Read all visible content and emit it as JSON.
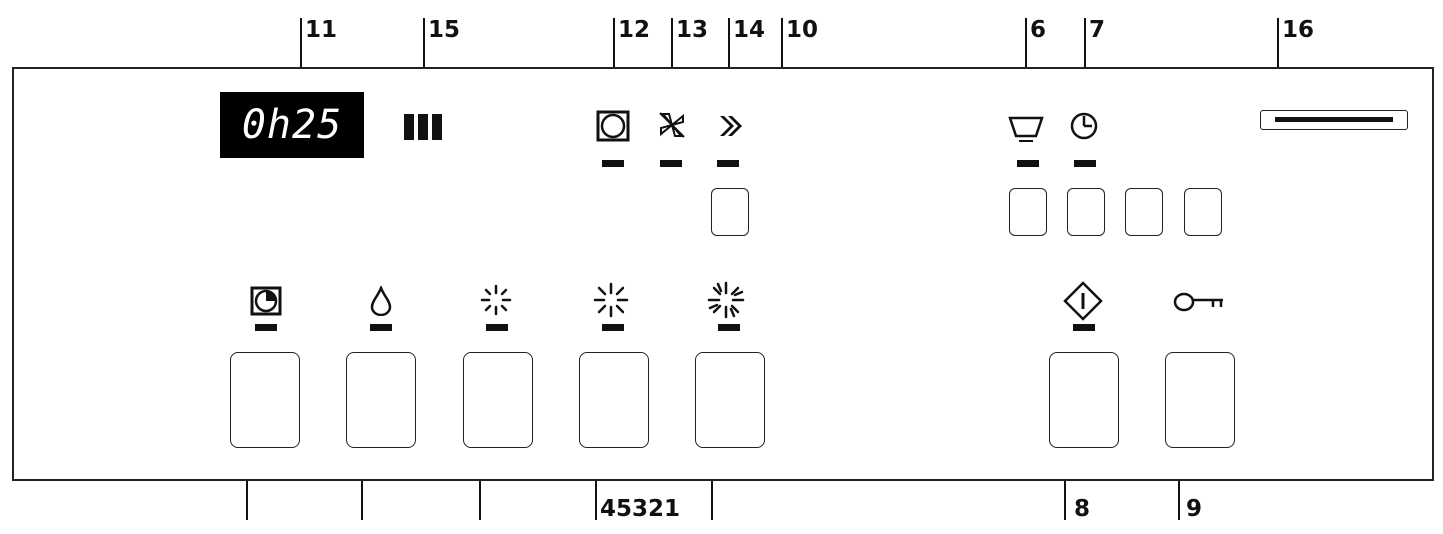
{
  "display": {
    "time": "0h25"
  },
  "callouts": {
    "c11": "11",
    "c15": "15",
    "c12": "12",
    "c13": "13",
    "c14": "14",
    "c10": "10",
    "c6": "6",
    "c7": "7",
    "c16": "16",
    "c45321": "45321",
    "c8": "8",
    "c9": "9"
  },
  "icons": [
    "three-bars-icon",
    "square-circle-icon",
    "fan-icon",
    "double-arrow-icon",
    "basin-icon",
    "clock-icon",
    "circle-quarter-icon",
    "drop-icon",
    "sun-small-icon",
    "sun-medium-icon",
    "sun-large-icon",
    "start-diamond-icon",
    "key-icon"
  ]
}
